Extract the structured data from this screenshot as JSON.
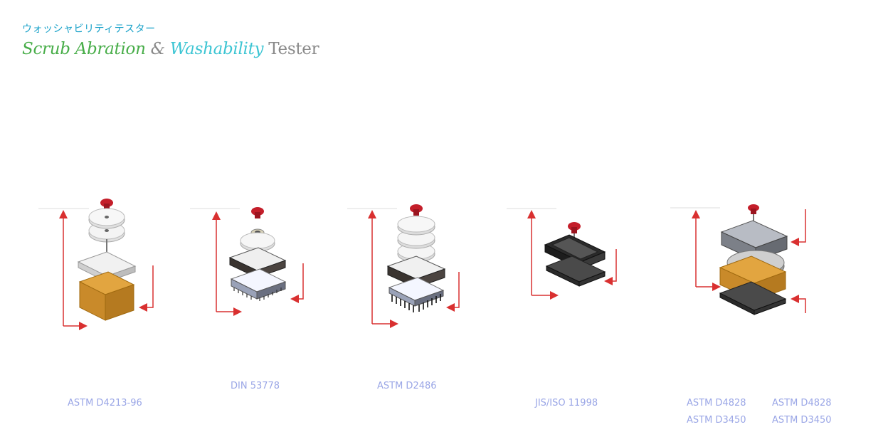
{
  "header": {
    "subtitle": "ウォッシャビリティテスター",
    "title_part1": "Scrub Abration",
    "title_part2": "&",
    "title_part3": "Washability",
    "title_part4": "Tester"
  },
  "figures": [
    {
      "label": "ASTM D4213-96"
    },
    {
      "label": "DIN 53778"
    },
    {
      "label": "ASTM D2486"
    },
    {
      "label": "JIS/ISO 11998"
    },
    {
      "labels": [
        "ASTM D4828",
        "ASTM D3450",
        "ASTM D4828",
        "ASTM D3450"
      ]
    }
  ],
  "colors": {
    "arrow": "#d93030",
    "knob": "#c41e2a",
    "sponge": "#c98a2a",
    "label": "#9aa6e6"
  }
}
